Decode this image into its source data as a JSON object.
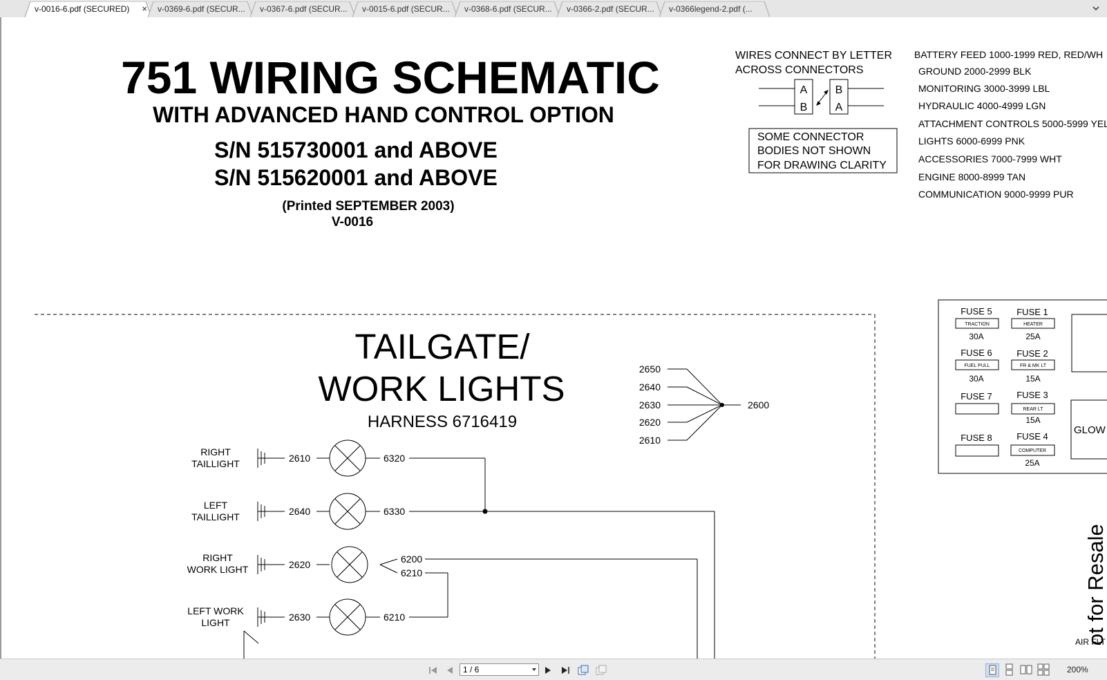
{
  "tabs": [
    {
      "label": "v-0016-6.pdf (SECURED)",
      "active": true
    },
    {
      "label": "v-0369-6.pdf (SECUR..."
    },
    {
      "label": "v-0367-6.pdf (SECUR..."
    },
    {
      "label": "v-0015-6.pdf (SECUR..."
    },
    {
      "label": "v-0368-6.pdf (SECUR..."
    },
    {
      "label": "v-0366-2.pdf (SECUR..."
    },
    {
      "label": "v-0366legend-2.pdf (..."
    }
  ],
  "tab_close": "×",
  "doc": {
    "title": "751 WIRING SCHEMATIC",
    "subtitle": "WITH ADVANCED HAND CONTROL OPTION",
    "sn1": "S/N 515730001 and ABOVE",
    "sn2": "S/N 515620001 and ABOVE",
    "printed": "(Printed SEPTEMBER 2003)",
    "code": "V-0016",
    "legend_title": [
      "WIRES CONNECT BY LETTER",
      "ACROSS CONNECTORS"
    ],
    "connector_letters": {
      "left_top": "A",
      "left_bottom": "B",
      "right_top": "B",
      "right_bottom": "A"
    },
    "connector_note": [
      "SOME CONNECTOR",
      "BODIES NOT SHOWN",
      "FOR DRAWING CLARITY"
    ],
    "wire_colors": [
      "BATTERY FEED 1000-1999 RED, RED/WH",
      "GROUND 2000-2999 BLK",
      "MONITORING 3000-3999 LBL",
      "HYDRAULIC 4000-4999 LGN",
      "ATTACHMENT CONTROLS 5000-5999 YEL",
      "LIGHTS 6000-6999 PNK",
      "ACCESSORIES 7000-7999 WHT",
      "ENGINE 8000-8999 TAN",
      "COMMUNICATION 9000-9999 PUR"
    ],
    "section_title_1": "TAILGATE/",
    "section_title_2": "WORK LIGHTS",
    "harness": "HARNESS  6716419",
    "ground_splice": {
      "inputs": [
        "2650",
        "2640",
        "2630",
        "2620",
        "2610"
      ],
      "output": "2600"
    },
    "lights": [
      {
        "name": [
          "RIGHT",
          "TAILLIGHT"
        ],
        "ground": "2610",
        "feed": [
          "6320"
        ]
      },
      {
        "name": [
          "LEFT",
          "TAILLIGHT"
        ],
        "ground": "2640",
        "feed": [
          "6330"
        ]
      },
      {
        "name": [
          "RIGHT",
          "WORK LIGHT"
        ],
        "ground": "2620",
        "feed": [
          "6200",
          "6210"
        ]
      },
      {
        "name": [
          "LEFT WORK",
          "LIGHT"
        ],
        "ground": "2630",
        "feed": [
          "6210"
        ]
      }
    ],
    "fuses": [
      {
        "name": "FUSE 5",
        "label": "TRACTION",
        "rating": "30A"
      },
      {
        "name": "FUSE 1",
        "label": "HEATER",
        "rating": "25A"
      },
      {
        "name": "FUSE 6",
        "label": "FUEL PULL",
        "rating": "30A"
      },
      {
        "name": "FUSE 2",
        "label": "FR & MK LT",
        "rating": "15A"
      },
      {
        "name": "FUSE 7",
        "label": "",
        "rating": ""
      },
      {
        "name": "FUSE 3",
        "label": "REAR LT",
        "rating": "15A"
      },
      {
        "name": "FUSE 8",
        "label": "",
        "rating": ""
      },
      {
        "name": "FUSE 4",
        "label": "COMPUTER",
        "rating": "25A"
      }
    ],
    "glow_label": "GLOW",
    "watermark": "ot for Resale",
    "air_label": "AIR FLT"
  },
  "statusbar": {
    "page_indicator": "1 / 6",
    "zoom": "200%"
  },
  "colors": {
    "tabbar": "#e6e6e6",
    "status": "#ececec",
    "page": "#ffffff",
    "ink": "#000000"
  }
}
